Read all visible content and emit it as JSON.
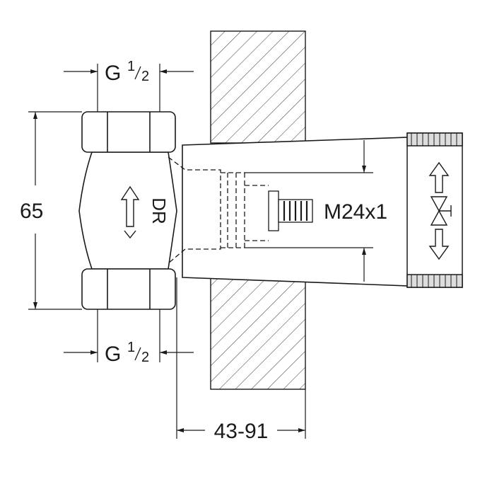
{
  "labels": {
    "top_thread": {
      "main": "G",
      "num": "1",
      "den": "2"
    },
    "bottom_thread": {
      "main": "G",
      "num": "1",
      "den": "2"
    },
    "height": "65",
    "flow_mark": "DR",
    "inner_thread": "M24x1",
    "wall_depth": "43-91"
  },
  "colors": {
    "line": "#1a1a1a",
    "background": "#ffffff"
  }
}
